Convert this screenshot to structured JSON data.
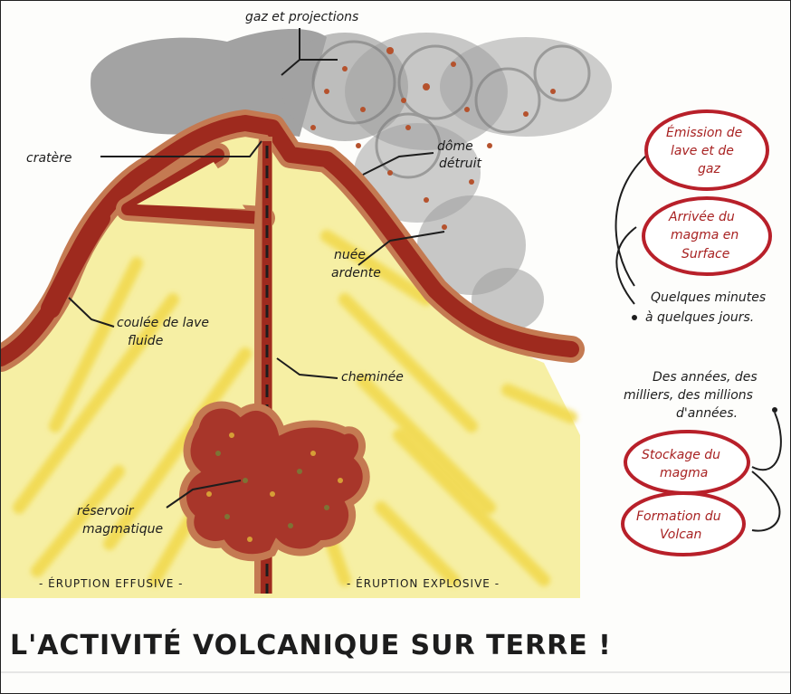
{
  "diagram": {
    "labels": {
      "gas": "gaz et projections",
      "crater": "cratère",
      "dome": [
        "dôme",
        "détruit"
      ],
      "nuee": [
        "nuée",
        "ardente"
      ],
      "lava_flow": [
        "coulée de lave",
        "fluide"
      ],
      "chimney": "cheminée",
      "reservoir": [
        "réservoir",
        "magmatique"
      ],
      "effusive": "- ÉRUPTION EFFUSIVE -",
      "explosive": "- ÉRUPTION EXPLOSIVE -"
    },
    "title": "L'ACTIVITÉ VOLCANIQUE SUR TERRE !",
    "side": {
      "short_time": [
        "Quelques minutes",
        "à quelques jours."
      ],
      "long_time": [
        "Des années, des",
        "milliers, des millions",
        "d'années."
      ],
      "stages": [
        [
          "Émission de",
          "lave et de",
          "gaz"
        ],
        [
          "Arrivée du",
          "magma en",
          "Surface"
        ],
        [
          "Stockage du",
          "magma"
        ],
        [
          "Formation du",
          "Volcan"
        ]
      ]
    },
    "colors": {
      "lava": "#9e2a1e",
      "rock": "#f6efa4",
      "streak": "#f1d84a",
      "smoke": "#8f8f8f",
      "bubble_border": "#b8202a"
    }
  }
}
